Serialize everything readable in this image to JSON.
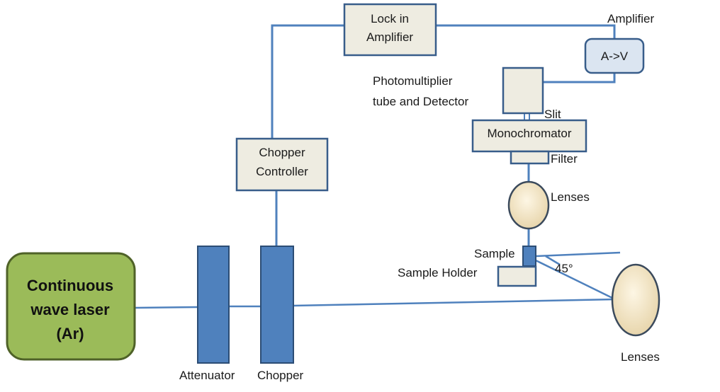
{
  "labels": {
    "lock_in_line1": "Lock in",
    "lock_in_line2": "Amplifier",
    "amplifier": "Amplifier",
    "a_to_v": "A->V",
    "pmt_line1": "Photomultiplier",
    "pmt_line2": "tube and Detector",
    "slit": "Slit",
    "monochromator": "Monochromator",
    "filter": "Filter",
    "chopper_ctrl_line1": "Chopper",
    "chopper_ctrl_line2": "Controller",
    "lenses_upper": "Lenses",
    "sample": "Sample",
    "sample_holder": "Sample Holder",
    "angle": "45°",
    "laser_line1": "Continuous",
    "laser_line2": "wave laser",
    "laser_line3": "(Ar)",
    "lenses_lower": "Lenses",
    "attenuator": "Attenuator",
    "chopper": "Chopper"
  },
  "colors": {
    "wire": "#4f81bd",
    "box_fill": "#eeece1",
    "box_stroke": "#385d8a",
    "component_blue": "#4f81bd",
    "laser_fill": "#9bbb59",
    "laser_stroke": "#4f6228",
    "av_fill": "#dbe5f1",
    "lens_light": "#fdf6e4",
    "lens_dark": "#e6d3a8"
  }
}
